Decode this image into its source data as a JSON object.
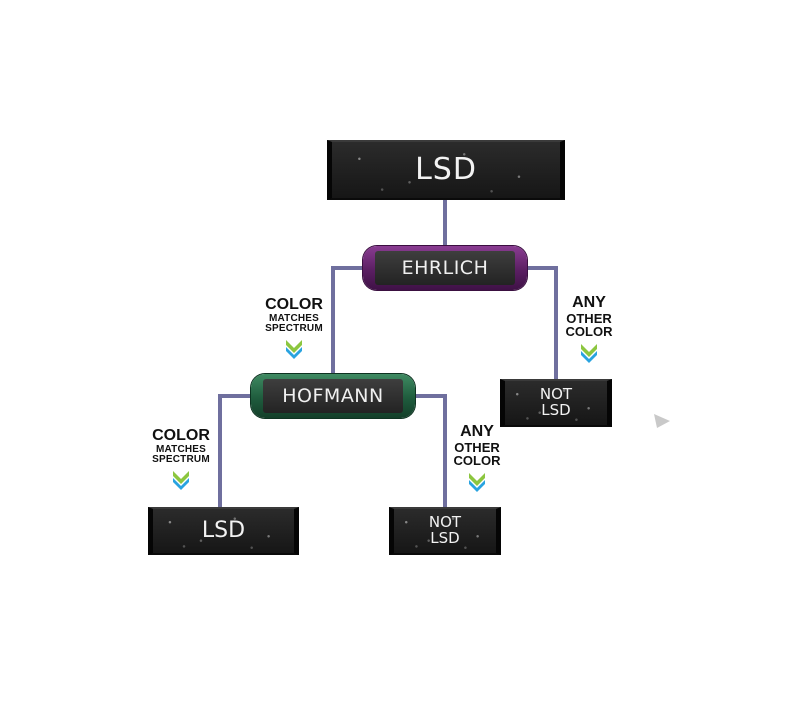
{
  "diagram": {
    "root": {
      "label": "LSD"
    },
    "tests": {
      "ehrlich": {
        "label": "EHRLICH",
        "color": "#6a2a73"
      },
      "hofmann": {
        "label": "HOFMANN",
        "color": "#2b6e4a"
      }
    },
    "results": {
      "ehrlich_other": {
        "line1": "NOT",
        "line2": "LSD"
      },
      "hofmann_match": {
        "label": "LSD"
      },
      "hofmann_other": {
        "line1": "NOT",
        "line2": "LSD"
      }
    },
    "edge_labels": {
      "ehrlich_match": {
        "line1": "COLOR",
        "line2": "MATCHES",
        "line3": "SPECTRUM"
      },
      "ehrlich_other": {
        "line1": "ANY",
        "line2": "OTHER",
        "line3": "COLOR"
      },
      "hofmann_match": {
        "line1": "COLOR",
        "line2": "MATCHES",
        "line3": "SPECTRUM"
      },
      "hofmann_other": {
        "line1": "ANY",
        "line2": "OTHER",
        "line3": "COLOR"
      }
    },
    "colors": {
      "connector": "#6f6f9e",
      "arrow_green": "#8cc63f",
      "arrow_blue": "#29a3e0"
    },
    "icons": {
      "arrow": "double-chevron-down-icon"
    }
  }
}
